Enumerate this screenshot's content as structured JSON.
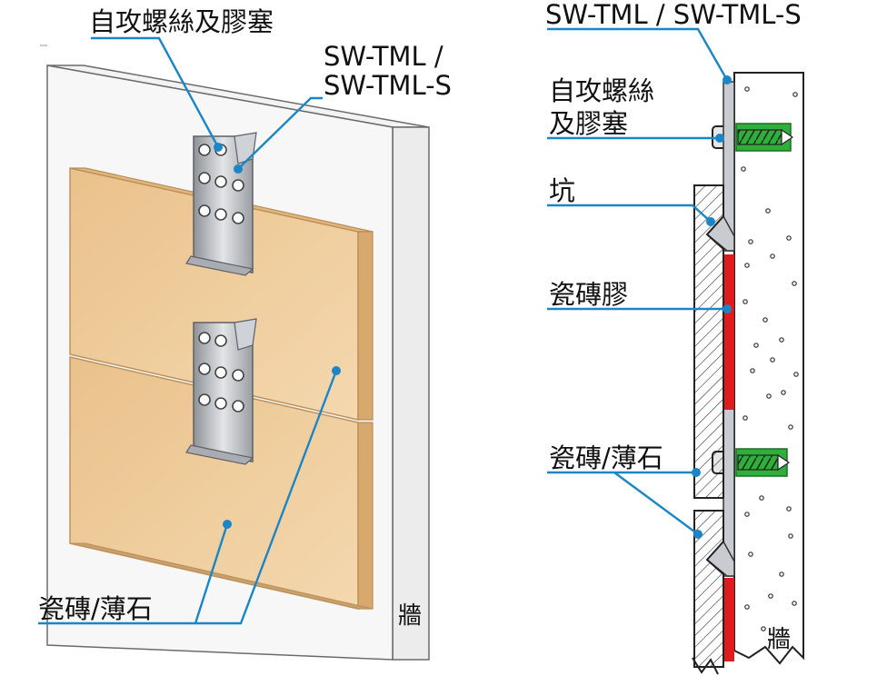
{
  "left_view": {
    "label_screw": "自攻螺絲及膠塞",
    "label_bracket_line1": "SW-TML /",
    "label_bracket_line2": "SW-TML-S",
    "label_tile": "瓷磚/薄石",
    "label_wall": "牆"
  },
  "right_view": {
    "label_bracket": "SW-TML / SW-TML-S",
    "label_screw_line1": "自攻螺絲",
    "label_screw_line2": "及膠塞",
    "label_groove": "坑",
    "label_adhesive": "瓷磚膠",
    "label_tile": "瓷磚/薄石",
    "label_wall": "牆"
  },
  "colors": {
    "leader": "#1a86c8",
    "tile": "#f0c893",
    "adhesive": "#e01b1b",
    "anchor": "#2fae3a",
    "bracket": "#b9bcc0"
  }
}
